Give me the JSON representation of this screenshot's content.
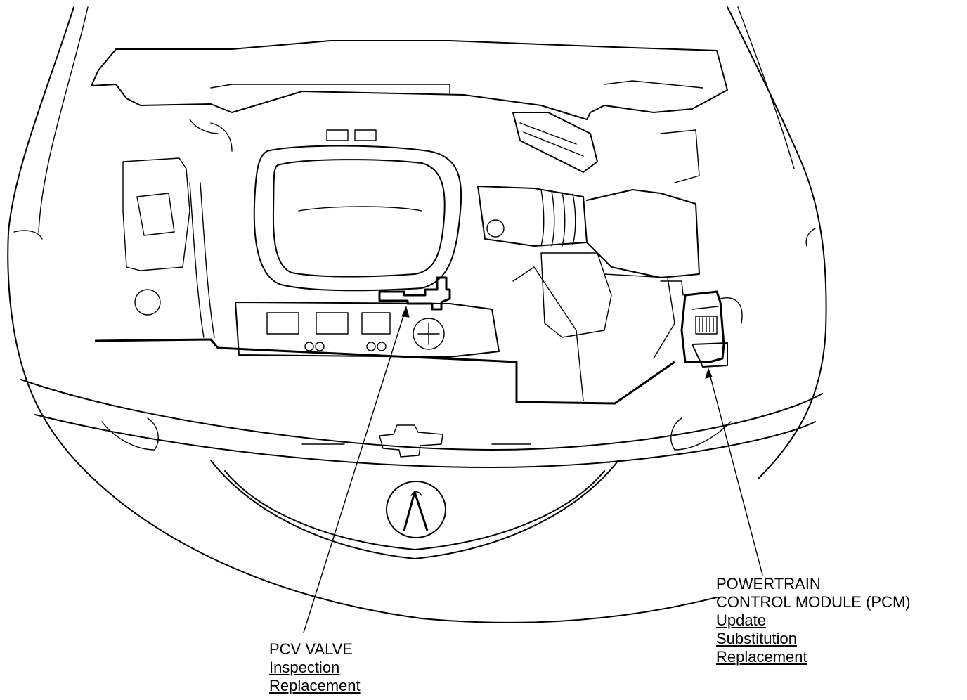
{
  "callouts": {
    "pcv_valve": {
      "title": "PCV VALVE",
      "links": [
        "Inspection",
        "Replacement"
      ]
    },
    "pcm": {
      "title_line1": "POWERTRAIN",
      "title_line2": "CONTROL MODULE (PCM)",
      "links": [
        "Update",
        "Substitution",
        "Replacement"
      ]
    }
  }
}
